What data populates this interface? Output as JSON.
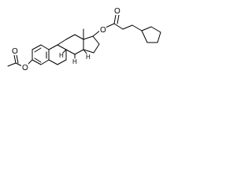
{
  "structure": {
    "atom_labels": {
      "ester_oxygen_17": "O",
      "carbonyl_oxygen_17": "O",
      "ester_oxygen_3": "O",
      "carbonyl_oxygen_3": "O"
    },
    "stereo_labels": {
      "h8": "H",
      "h9": "H",
      "h14": "H"
    }
  }
}
